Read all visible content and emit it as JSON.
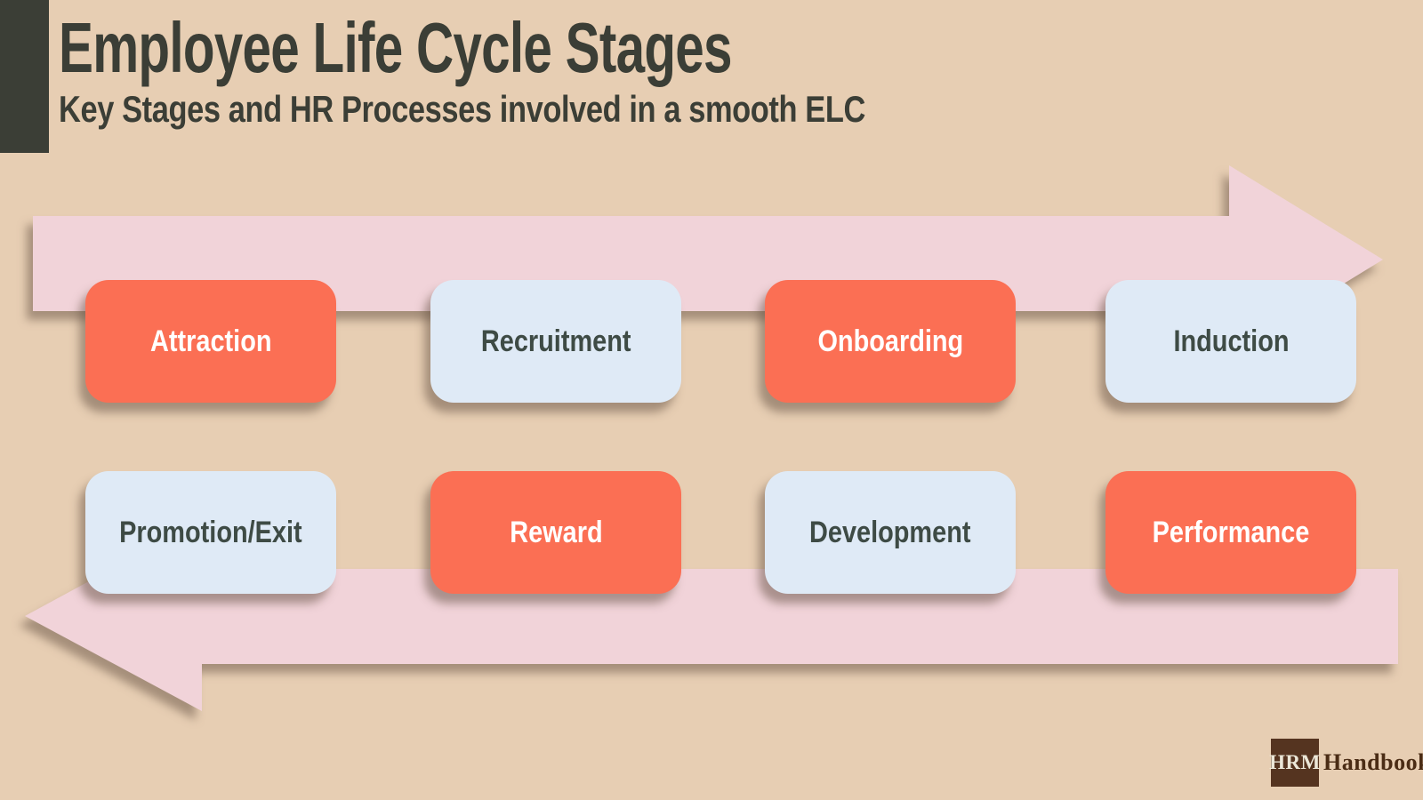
{
  "header": {
    "title": "Employee Life Cycle Stages",
    "subtitle": "Key Stages and HR Processes involved in a smooth ELC"
  },
  "stages": [
    {
      "label": "Attraction",
      "variant": "orange",
      "row": 1,
      "col": 1
    },
    {
      "label": "Recruitment",
      "variant": "blue",
      "row": 1,
      "col": 2
    },
    {
      "label": "Onboarding",
      "variant": "orange",
      "row": 1,
      "col": 3
    },
    {
      "label": "Induction",
      "variant": "blue",
      "row": 1,
      "col": 4
    },
    {
      "label": "Promotion/Exit",
      "variant": "blue",
      "row": 2,
      "col": 1
    },
    {
      "label": "Reward",
      "variant": "orange",
      "row": 2,
      "col": 2
    },
    {
      "label": "Development",
      "variant": "blue",
      "row": 2,
      "col": 3
    },
    {
      "label": "Performance",
      "variant": "orange",
      "row": 2,
      "col": 4
    }
  ],
  "arrows": [
    {
      "name": "top-arrow",
      "direction": "right"
    },
    {
      "name": "bottom-arrow",
      "direction": "left"
    }
  ],
  "logo": {
    "badge": "HRM",
    "name": "Handbook"
  },
  "colors": {
    "bg": "#e7ceb3",
    "ink": "#3b3e36",
    "pink": "#f1d3d9",
    "orange": "#fb6f54",
    "blue": "#dfeaf6",
    "card-ink": "#3e4b45",
    "logo-brown": "#553420",
    "logo-text": "#4a2c15",
    "logo-badge-text": "#ece7d8"
  }
}
